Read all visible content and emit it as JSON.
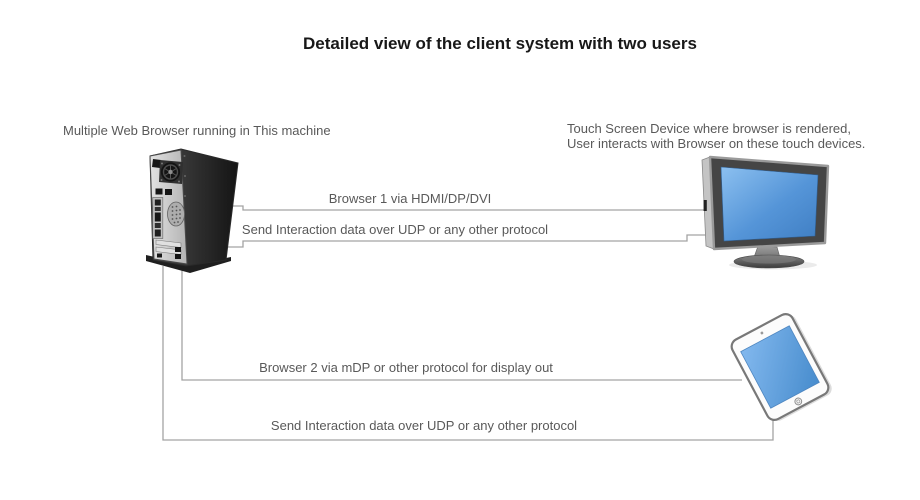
{
  "title": "Detailed view of the client system with two users",
  "labels": {
    "machine": "Multiple Web Browser running in This machine",
    "touch_line1": "Touch Screen Device where browser is rendered,",
    "touch_line2": "User interacts with Browser on these touch devices."
  },
  "connections": [
    {
      "label": "Browser 1 via HDMI/DP/DVI"
    },
    {
      "label": "Send Interaction data over UDP or any other protocol"
    },
    {
      "label": "Browser 2 via mDP or other protocol for display out"
    },
    {
      "label": "Send Interaction data over UDP or any other protocol"
    }
  ],
  "devices": {
    "pc": "pc-tower",
    "monitor": "touch-screen-monitor",
    "tablet": "touch-tablet"
  },
  "colors": {
    "connector_line": "#a3a3a3",
    "label_text": "#595959",
    "title_text": "#181818",
    "screen_blue_light": "#85b9ec",
    "screen_blue_dark": "#3f7ec3",
    "background": "#ffffff"
  }
}
